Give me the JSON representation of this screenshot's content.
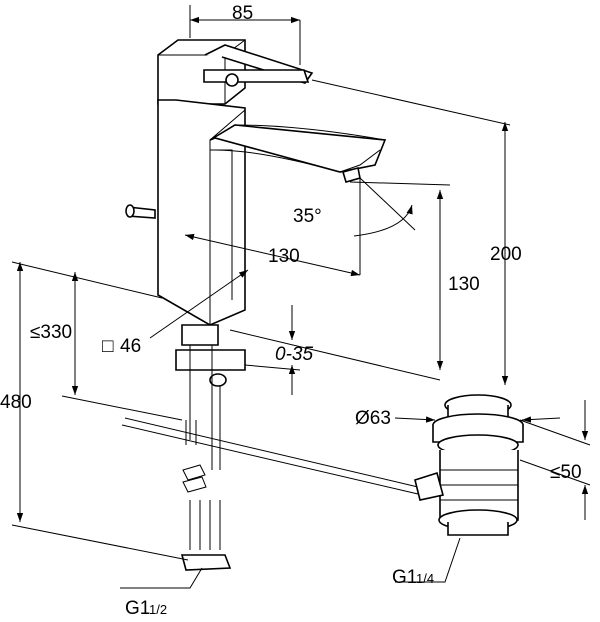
{
  "dimensions": {
    "handle_width": "85",
    "total_height": "200",
    "spout_reach": "130",
    "spout_height": "130",
    "angle": "35°",
    "max_counter_thickness": "≤330",
    "body_square": "46",
    "body_square_symbol": "□",
    "adjust_range": "0-35",
    "overall_height": "480",
    "waste_diameter": "Ø63",
    "waste_flange": "≤50",
    "supply_thread_main": "G1",
    "supply_thread_frac": "1/2",
    "waste_thread_main": "G1",
    "waste_thread_frac": "1/4"
  }
}
